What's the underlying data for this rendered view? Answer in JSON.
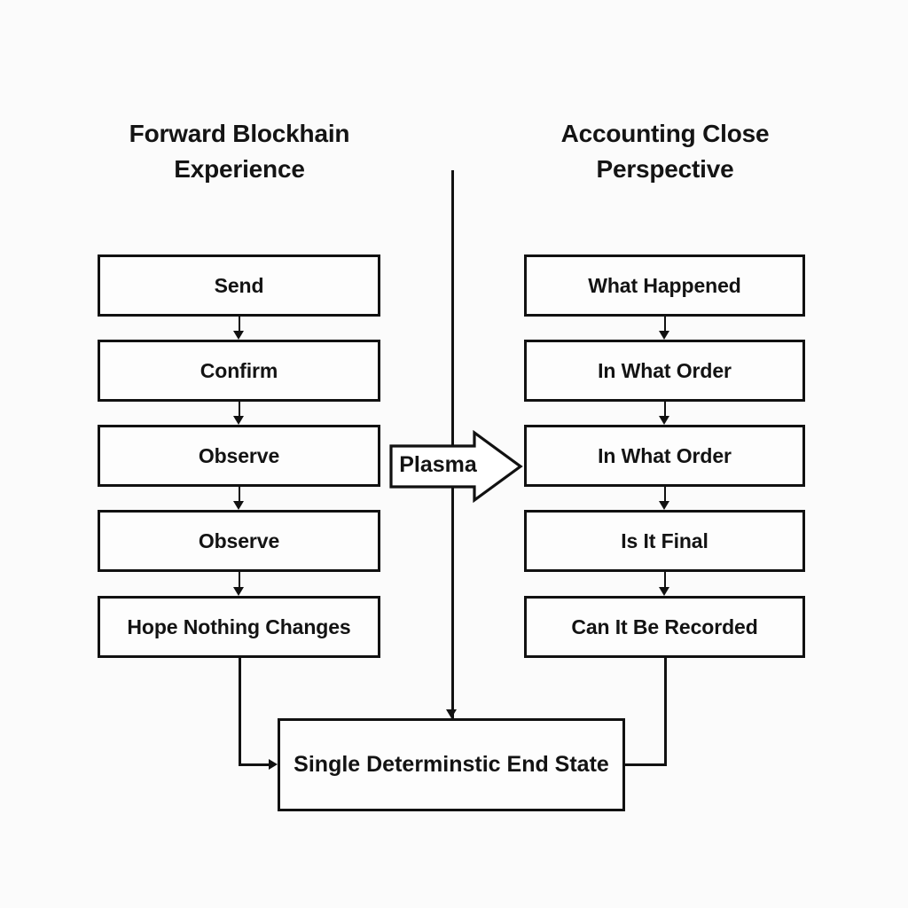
{
  "diagram": {
    "title_left": "Forward Blockhain Experience",
    "title_right": "Accounting Close Perspective",
    "center_label": "Plasma",
    "end_state": "Single Determinstic End State",
    "colors": {
      "stroke": "#111111",
      "background": "#fbfbfb",
      "box_fill": "#fdfdfd",
      "text": "#131313"
    },
    "left_column": {
      "heading": "Forward Blockhain Experience",
      "nodes": [
        {
          "label": "Send"
        },
        {
          "label": "Confirm"
        },
        {
          "label": "Observe"
        },
        {
          "label": "Observe"
        },
        {
          "label": "Hope Nothing Changes"
        }
      ]
    },
    "right_column": {
      "heading": "Accounting Close Perspective",
      "nodes": [
        {
          "label": "What Happened"
        },
        {
          "label": "In What Order"
        },
        {
          "label": "In What Order"
        },
        {
          "label": "Is It Final"
        },
        {
          "label": "Can It Be Recorded"
        }
      ]
    },
    "bridge": {
      "label": "Plasma",
      "direction": "left-to-right"
    },
    "terminal": {
      "label": "Single Determinstic End State",
      "incoming": [
        "from-left-column",
        "from-center-divider",
        "from-right-column"
      ]
    }
  }
}
